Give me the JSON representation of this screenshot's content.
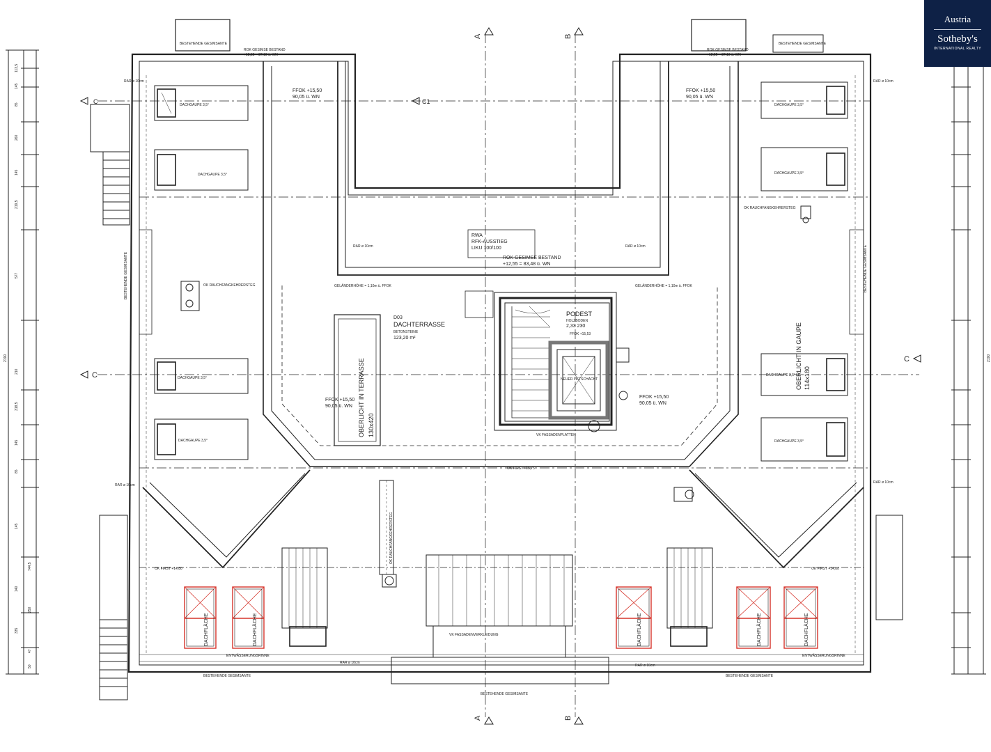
{
  "logo": {
    "line1": "Austria",
    "line2": "Sotheby's",
    "line3": "INTERNATIONAL REALTY"
  },
  "sections": {
    "a": "A",
    "b": "B",
    "c": "C",
    "c1": "C1"
  },
  "terrace": {
    "code": "D03",
    "name": "DACHTERRASSE",
    "material": "BETONSTEINE",
    "area": "123,20 m²"
  },
  "skylight": {
    "line1": "OBERLICHT IN TERRASSE",
    "line2": "130x420"
  },
  "rwa": {
    "line1": "RWA",
    "line2": "RFK-AUSSTIEG",
    "line3": "LIKU 100/100"
  },
  "podest": {
    "line1": "PODEST",
    "line2": "HOLZBODEN",
    "line3": "2,33 230",
    "line4": "FFOK +15,53"
  },
  "levels": {
    "ffok": "FFOK +15,50",
    "wn": "90,05 ü. WN",
    "rok_top": "ROK GESIMSE BESTAND",
    "rok_top_val": "+12,55 = 87,10 ü. WN",
    "rok_court": "ROK GESIMSE BESTAND",
    "rok_court_val": "+12,55 = 83,48 ü. WN",
    "first_top": "OK FIRST +15,75",
    "first_low": "OK FIRST +14,80",
    "rar": "RAR ø 10cm",
    "oberlicht_gaupe": "OBERLICHT IN GAUPE",
    "oberlicht_gaupe_size": "114x180"
  },
  "labels": {
    "rauchfang": "OK RAUCHFANGKEHRERSTEG",
    "rauchfang_v": "OK RAUCHFANGKEHRERSTEG",
    "dachgaupe": "DACHGAUPE 3,5°",
    "dachflaeche": "DACHFLÄCHE",
    "bestehende": "BESTEHENDE GESIMSANTE",
    "entwaesserung": "ENTWÄSSERUNGSRINNE",
    "gelaender": "GELÄNDERHÖHE = 1,10m ü. FFOK",
    "lift": "NEUER LIFTSCHACHT",
    "fassade": "VK FASSADENPLATTEN",
    "fassade2": "VK FASSADENVERKLEIDUNG"
  },
  "dims_left": [
    "113,5",
    "145",
    "85",
    "260",
    "145",
    "219,5",
    "577",
    "210",
    "318,5",
    "145",
    "85",
    "145",
    "140",
    "335",
    "744,5",
    "250",
    "47",
    "50"
  ],
  "dims_total": "2190"
}
